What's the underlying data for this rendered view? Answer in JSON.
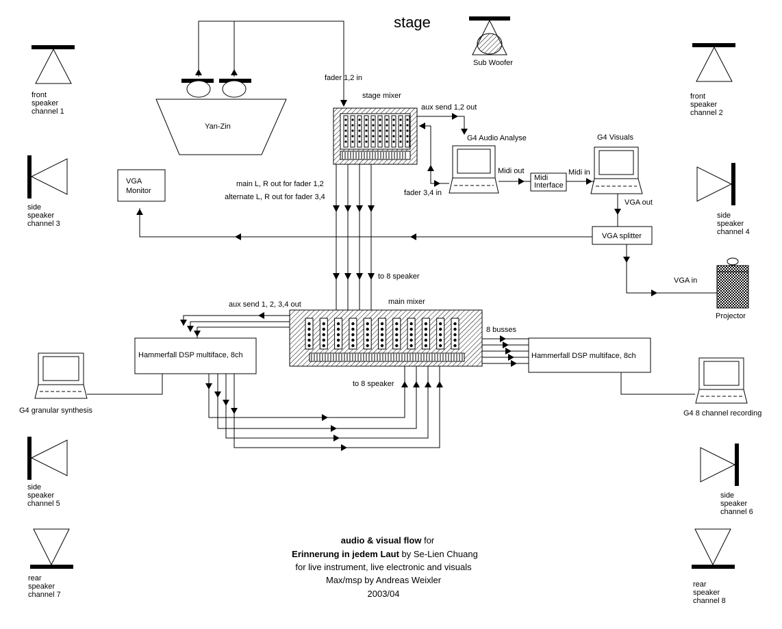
{
  "title": "stage",
  "sub_woofer": "Sub Woofer",
  "speakers": {
    "front_left": [
      "front",
      "speaker",
      "channel 1"
    ],
    "front_right": [
      "front",
      "speaker",
      "channel 2"
    ],
    "side_left_upper": [
      "side",
      "speaker",
      "channel 3"
    ],
    "side_right_upper": [
      "side",
      "speaker",
      "channel 4"
    ],
    "side_left_lower": [
      "side",
      "speaker",
      "channel 5"
    ],
    "side_right_lower": [
      "side",
      "speaker",
      "channel 6"
    ],
    "rear_left": [
      "rear",
      "speaker",
      "channel 7"
    ],
    "rear_right": [
      "rear",
      "speaker",
      "channel 8"
    ]
  },
  "instrument": "Yan-Zin",
  "labels": {
    "fader_12_in": "fader 1,2 in",
    "stage_mixer": "stage mixer",
    "aux_send_12_out": "aux send 1,2 out",
    "g4_audio_analyse": "G4 Audio Analyse",
    "g4_visuals": "G4 Visuals",
    "midi_out": "Midi out",
    "midi_in": "Midi in",
    "midi_interface": [
      "Midi",
      "Interface"
    ],
    "fader_34_in": "fader 3,4 in",
    "vga_monitor": [
      "VGA",
      "Monitor"
    ],
    "main_lr_out": "main L, R out for fader 1,2",
    "alternate_lr_out": "alternate L, R out for fader 3,4",
    "vga_out": "VGA out",
    "vga_splitter": "VGA splitter",
    "vga_in": "VGA in",
    "projector": "Projector",
    "to_8_speaker_top": "to 8 speaker",
    "aux_send_1234_out": "aux send 1, 2, 3,4 out",
    "main_mixer": "main mixer",
    "eight_busses": "8 busses",
    "hammerfall_left": "Hammerfall DSP multiface, 8ch",
    "hammerfall_right": "Hammerfall DSP multiface, 8ch",
    "to_8_speaker_bottom": "to 8 speaker",
    "g4_granular": "G4 granular synthesis",
    "g4_recording": "G4 8 channel recording"
  },
  "caption": {
    "line1_bold": "audio & visual flow",
    "line1_rest": " for",
    "line2_bold": "Erinnerung in jedem Laut",
    "line2_rest": " by Se-Lien Chuang",
    "line3": "for live instrument, live electronic and visuals",
    "line4": "Max/msp by Andreas Weixler",
    "line5": "2003/04"
  }
}
